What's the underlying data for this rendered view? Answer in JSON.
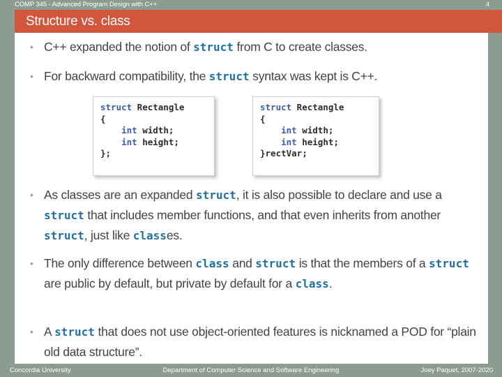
{
  "header": {
    "course": "COMP 345 - Advanced Program Design with C++",
    "page_number": "4",
    "title": "Structure vs. class",
    "band_color": "#d1563c",
    "bar_color": "#8c9c90"
  },
  "theme": {
    "accent": "#d1563c",
    "frame": "#8c9c90",
    "keyword_blue": "#1f6fa8",
    "body_text": "#3f4448",
    "code_text": "#2b2b2b",
    "code_keyword": "#3b5fa8"
  },
  "bullets": [
    {
      "id": "bullet-1",
      "marker": "•",
      "segments": [
        {
          "text": "C++ expanded the notion of ",
          "kind": "plain"
        },
        {
          "text": "struct",
          "kind": "code"
        },
        {
          "text": " from C to create classes.",
          "kind": "plain"
        }
      ]
    },
    {
      "id": "bullet-2",
      "marker": "•",
      "segments": [
        {
          "text": "For backward compatibility, the ",
          "kind": "plain"
        },
        {
          "text": "struct",
          "kind": "code"
        },
        {
          "text": " syntax was kept is C++.",
          "kind": "plain"
        }
      ]
    },
    {
      "id": "bullet-3",
      "marker": "•",
      "segments": [
        {
          "text": "As classes are an expanded ",
          "kind": "plain"
        },
        {
          "text": "struct",
          "kind": "code"
        },
        {
          "text": ", it is also possible to declare and use a ",
          "kind": "plain"
        },
        {
          "text": "struct",
          "kind": "code"
        },
        {
          "text": " that includes member functions, and that even inherits from another ",
          "kind": "plain"
        },
        {
          "text": "struct",
          "kind": "code"
        },
        {
          "text": ", just like ",
          "kind": "plain"
        },
        {
          "text": "class",
          "kind": "code"
        },
        {
          "text": "es.",
          "kind": "plain"
        }
      ]
    },
    {
      "id": "bullet-4",
      "marker": "•",
      "segments": [
        {
          "text": "The only difference between ",
          "kind": "plain"
        },
        {
          "text": "class",
          "kind": "code"
        },
        {
          "text": " and ",
          "kind": "plain"
        },
        {
          "text": "struct",
          "kind": "code"
        },
        {
          "text": " is that the members of a ",
          "kind": "plain"
        },
        {
          "text": "struct",
          "kind": "code"
        },
        {
          "text": " are public by default, but private by default for a ",
          "kind": "plain"
        },
        {
          "text": "class",
          "kind": "code"
        },
        {
          "text": ".",
          "kind": "plain"
        }
      ]
    },
    {
      "id": "bullet-5",
      "marker": "•",
      "segments": [
        {
          "text": "A ",
          "kind": "plain"
        },
        {
          "text": "struct",
          "kind": "code"
        },
        {
          "text": " that does not use object-oriented features is nicknamed a POD for “plain old data structure”.",
          "kind": "plain"
        }
      ]
    }
  ],
  "code_boxes": [
    {
      "id": "code-box-1",
      "lines": [
        [
          {
            "text": "struct",
            "kind": "keyword"
          },
          {
            "text": " Rectangle",
            "kind": "plain"
          }
        ],
        [
          {
            "text": "{",
            "kind": "plain"
          }
        ],
        [
          {
            "text": "    ",
            "kind": "plain"
          },
          {
            "text": "int",
            "kind": "keyword"
          },
          {
            "text": " width;",
            "kind": "plain"
          }
        ],
        [
          {
            "text": "    ",
            "kind": "plain"
          },
          {
            "text": "int",
            "kind": "keyword"
          },
          {
            "text": " height;",
            "kind": "plain"
          }
        ],
        [
          {
            "text": "};",
            "kind": "plain"
          }
        ]
      ]
    },
    {
      "id": "code-box-2",
      "lines": [
        [
          {
            "text": "struct",
            "kind": "keyword"
          },
          {
            "text": " Rectangle",
            "kind": "plain"
          }
        ],
        [
          {
            "text": "{",
            "kind": "plain"
          }
        ],
        [
          {
            "text": "    ",
            "kind": "plain"
          },
          {
            "text": "int",
            "kind": "keyword"
          },
          {
            "text": " width;",
            "kind": "plain"
          }
        ],
        [
          {
            "text": "    ",
            "kind": "plain"
          },
          {
            "text": "int",
            "kind": "keyword"
          },
          {
            "text": " height;",
            "kind": "plain"
          }
        ],
        [
          {
            "text": "}rectVar;",
            "kind": "plain"
          }
        ]
      ]
    }
  ],
  "footer": {
    "left": "Concordia University",
    "center": "Department of Computer Science and Software Engineering",
    "right": "Joey Paquet, 2007-2020"
  }
}
